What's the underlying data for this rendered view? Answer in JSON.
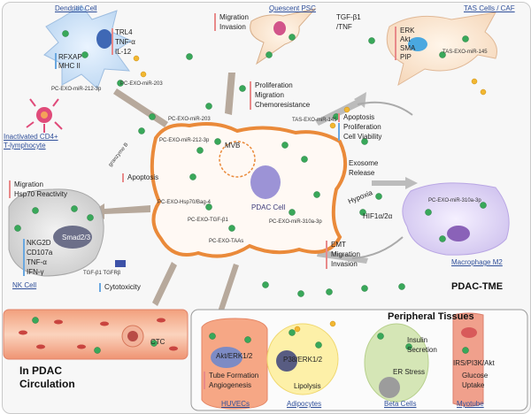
{
  "title": "PDAC-TME",
  "center": {
    "cell": "PDAC Cell",
    "mvb": "MVB"
  },
  "dendritic": {
    "title": "Dendritic Cell",
    "markers": [
      "TRL4",
      "TNF-α",
      "IL-12"
    ],
    "down": [
      "RFXAP",
      "MHC II"
    ],
    "exo1": "PC-EXO-miR-212-3p",
    "exo2": "PC-EXO-miR-203"
  },
  "cd4": {
    "label1": "Inactivated CD4+",
    "label2": "T-lymphocyte"
  },
  "psc": {
    "title": "Quescent PSC",
    "effects": [
      "Migration",
      "Invasion"
    ],
    "signal1": "TGF-β1",
    "signal2": "/TNF"
  },
  "caf": {
    "title": "TAS Cells / CAF",
    "markers": [
      "ERK",
      "Akt",
      "SMA",
      "PIP"
    ],
    "exo": "TAS-EXO-miR-145"
  },
  "prolif": [
    "Proliferation",
    "Migration",
    "Chemoresistance"
  ],
  "apop_right": [
    "Apoptosis",
    "Proliferation",
    "Cell Viability"
  ],
  "exo_labels": {
    "e203": "PC-EXO-miR-203",
    "e212": "PC-EXO-miR-212-3p",
    "tas145": "TAS-EXO-miR-145",
    "hsp": "PC-EXO-Hsp70/Bag-4",
    "tgf": "PC-EXO-TGF-β1",
    "taas": "PC-EXO-TAAs",
    "mir310": "PC-EXO-miR-310a-3p",
    "gzm": "granzyme B"
  },
  "apoptosis_left": "Apoptosis",
  "nk": {
    "title": "NK Cell",
    "effects": [
      "Migration",
      "Hsp70 Reactivity"
    ],
    "markers": [
      "NKG2D",
      "CD107a",
      "TNF-α",
      "IFN-γ"
    ],
    "smad": "Smad2/3",
    "receptor": "TGF-β1 TGFRβ",
    "cyto": "Cytotoxicity"
  },
  "exosome_release": [
    "Exosome",
    "Release"
  ],
  "hypoxia": [
    "Hypoxia",
    "HIF1α/2α"
  ],
  "macrophage": {
    "title": "Macrophage M2",
    "exo": "PC-EXO-miR-310a-3p"
  },
  "emt": [
    "EMT",
    "Migration",
    "Invasion"
  ],
  "circulation": {
    "title1": "In PDAC",
    "title2": "Circulation",
    "ctc": "CTC"
  },
  "peripheral": {
    "title": "Peripheral Tissues",
    "huvec": {
      "name": "HUVECs",
      "path": "Akt/ERK1/2",
      "effects": [
        "Tube Formation",
        "Angiogenesis"
      ]
    },
    "adipo": {
      "name": "Adipocytes",
      "path": "P38/ERK1/2",
      "effect": "Lipolysis"
    },
    "beta": {
      "name": "Beta Cells",
      "effects": [
        "Insulin",
        "Secretion"
      ],
      "stress": "ER Stress"
    },
    "myo": {
      "name": "Myotube",
      "path": "IRS/PI3K/Akt",
      "effects": [
        "Glucose",
        "Uptake"
      ]
    }
  }
}
